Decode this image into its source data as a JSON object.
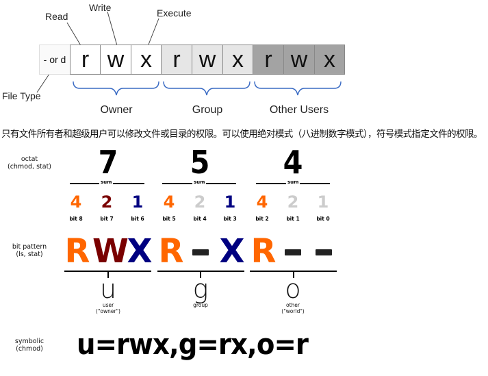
{
  "top_diagram": {
    "callouts": {
      "read": "Read",
      "write": "Write",
      "execute": "Execute",
      "file_type": "File Type"
    },
    "file_type_cell": "- or d",
    "cells": [
      {
        "char": "r",
        "group": "owner",
        "bg": "#ffffff"
      },
      {
        "char": "w",
        "group": "owner",
        "bg": "#ffffff"
      },
      {
        "char": "x",
        "group": "owner",
        "bg": "#ffffff"
      },
      {
        "char": "r",
        "group": "group",
        "bg": "#e6e6e6"
      },
      {
        "char": "w",
        "group": "group",
        "bg": "#e6e6e6"
      },
      {
        "char": "x",
        "group": "group",
        "bg": "#e6e6e6"
      },
      {
        "char": "r",
        "group": "other",
        "bg": "#a3a3a3"
      },
      {
        "char": "w",
        "group": "other",
        "bg": "#a3a3a3"
      },
      {
        "char": "x",
        "group": "other",
        "bg": "#a3a3a3"
      }
    ],
    "groups": {
      "owner": "Owner",
      "group": "Group",
      "other": "Other Users"
    },
    "brace_color": "#3a6bc4"
  },
  "note": "只有文件所有者和超级用户可以修改文件或目录的权限。可以使用绝对模式（八进制数字模式），符号模式指定文件的权限。",
  "octal_section": {
    "label_line1": "octat",
    "label_line2": "(chmod, stat)",
    "sum_label": "sum",
    "digits": [
      "7",
      "5",
      "4"
    ],
    "bits": [
      {
        "value": "4",
        "name": "bit 8",
        "color": "#ff6600"
      },
      {
        "value": "2",
        "name": "bit 7",
        "color": "#7a0000"
      },
      {
        "value": "1",
        "name": "bit 6",
        "color": "#000080"
      },
      {
        "value": "4",
        "name": "bit 5",
        "color": "#ff6600"
      },
      {
        "value": "2",
        "name": "bit 4",
        "color": "#cccccc"
      },
      {
        "value": "1",
        "name": "bit 3",
        "color": "#000080"
      },
      {
        "value": "4",
        "name": "bit 2",
        "color": "#ff6600"
      },
      {
        "value": "2",
        "name": "bit 1",
        "color": "#cccccc"
      },
      {
        "value": "1",
        "name": "bit 0",
        "color": "#cccccc"
      }
    ]
  },
  "bit_pattern": {
    "label_line1": "bit pattern",
    "label_line2": "(ls, stat)",
    "chars": [
      {
        "char": "R",
        "color": "#ff6600"
      },
      {
        "char": "W",
        "color": "#7a0000"
      },
      {
        "char": "X",
        "color": "#000080"
      },
      {
        "char": "R",
        "color": "#ff6600"
      },
      {
        "char": "-",
        "color": "#222222"
      },
      {
        "char": "X",
        "color": "#000080"
      },
      {
        "char": "R",
        "color": "#ff6600"
      },
      {
        "char": "-",
        "color": "#222222"
      },
      {
        "char": "-",
        "color": "#222222"
      }
    ],
    "classes": [
      {
        "letter": "u",
        "sub1": "user",
        "sub2": "(\"owner\")"
      },
      {
        "letter": "g",
        "sub1": "group",
        "sub2": ""
      },
      {
        "letter": "o",
        "sub1": "other",
        "sub2": "(\"world\")"
      }
    ]
  },
  "symbolic": {
    "label_line1": "symbolic",
    "label_line2": "(chmod)",
    "value": "u=rwx,g=rx,o=r"
  }
}
